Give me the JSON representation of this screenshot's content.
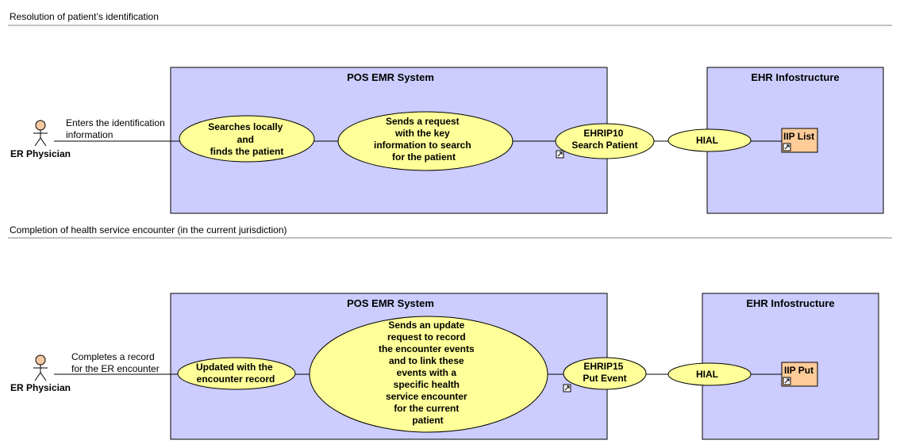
{
  "colors": {
    "system_fill": "#ccccff",
    "usecase_fill": "#ffff99",
    "artifact_fill": "#ffcc99",
    "actor_head": "#f5c8a0",
    "line": "#000000",
    "separator": "#808080"
  },
  "sections": [
    {
      "title": "Resolution of patient’s identification",
      "actor": "ER Physician",
      "actor_link": [
        "Enters the identification",
        "information"
      ],
      "system_title": "POS EMR System",
      "step1": [
        "Searches locally",
        "and",
        "finds the patient"
      ],
      "step2": [
        "Sends a request",
        "with the key",
        "information to search",
        "for the patient"
      ],
      "interaction": [
        "EHRIP10",
        "Search Patient"
      ],
      "hial": "HIAL",
      "ehr_title": "EHR Infostructure",
      "artifact": "IIP List",
      "link_icon": "shortcut-arrow-icon"
    },
    {
      "title": "Completion of health service encounter (in the current jurisdiction)",
      "actor": "ER Physician",
      "actor_link": [
        "Completes a record",
        "for the ER encounter"
      ],
      "system_title": "POS EMR System",
      "step1": [
        "Updated with the",
        "encounter record"
      ],
      "step2": [
        "Sends an update",
        "request to record",
        "the encounter events",
        "and to link these",
        "events with a",
        "specific health",
        "service encounter",
        "for the current",
        "patient"
      ],
      "interaction": [
        "EHRIP15",
        "Put Event"
      ],
      "hial": "HIAL",
      "ehr_title": "EHR Infostructure",
      "artifact": "IIP Put",
      "link_icon": "shortcut-arrow-icon"
    }
  ]
}
